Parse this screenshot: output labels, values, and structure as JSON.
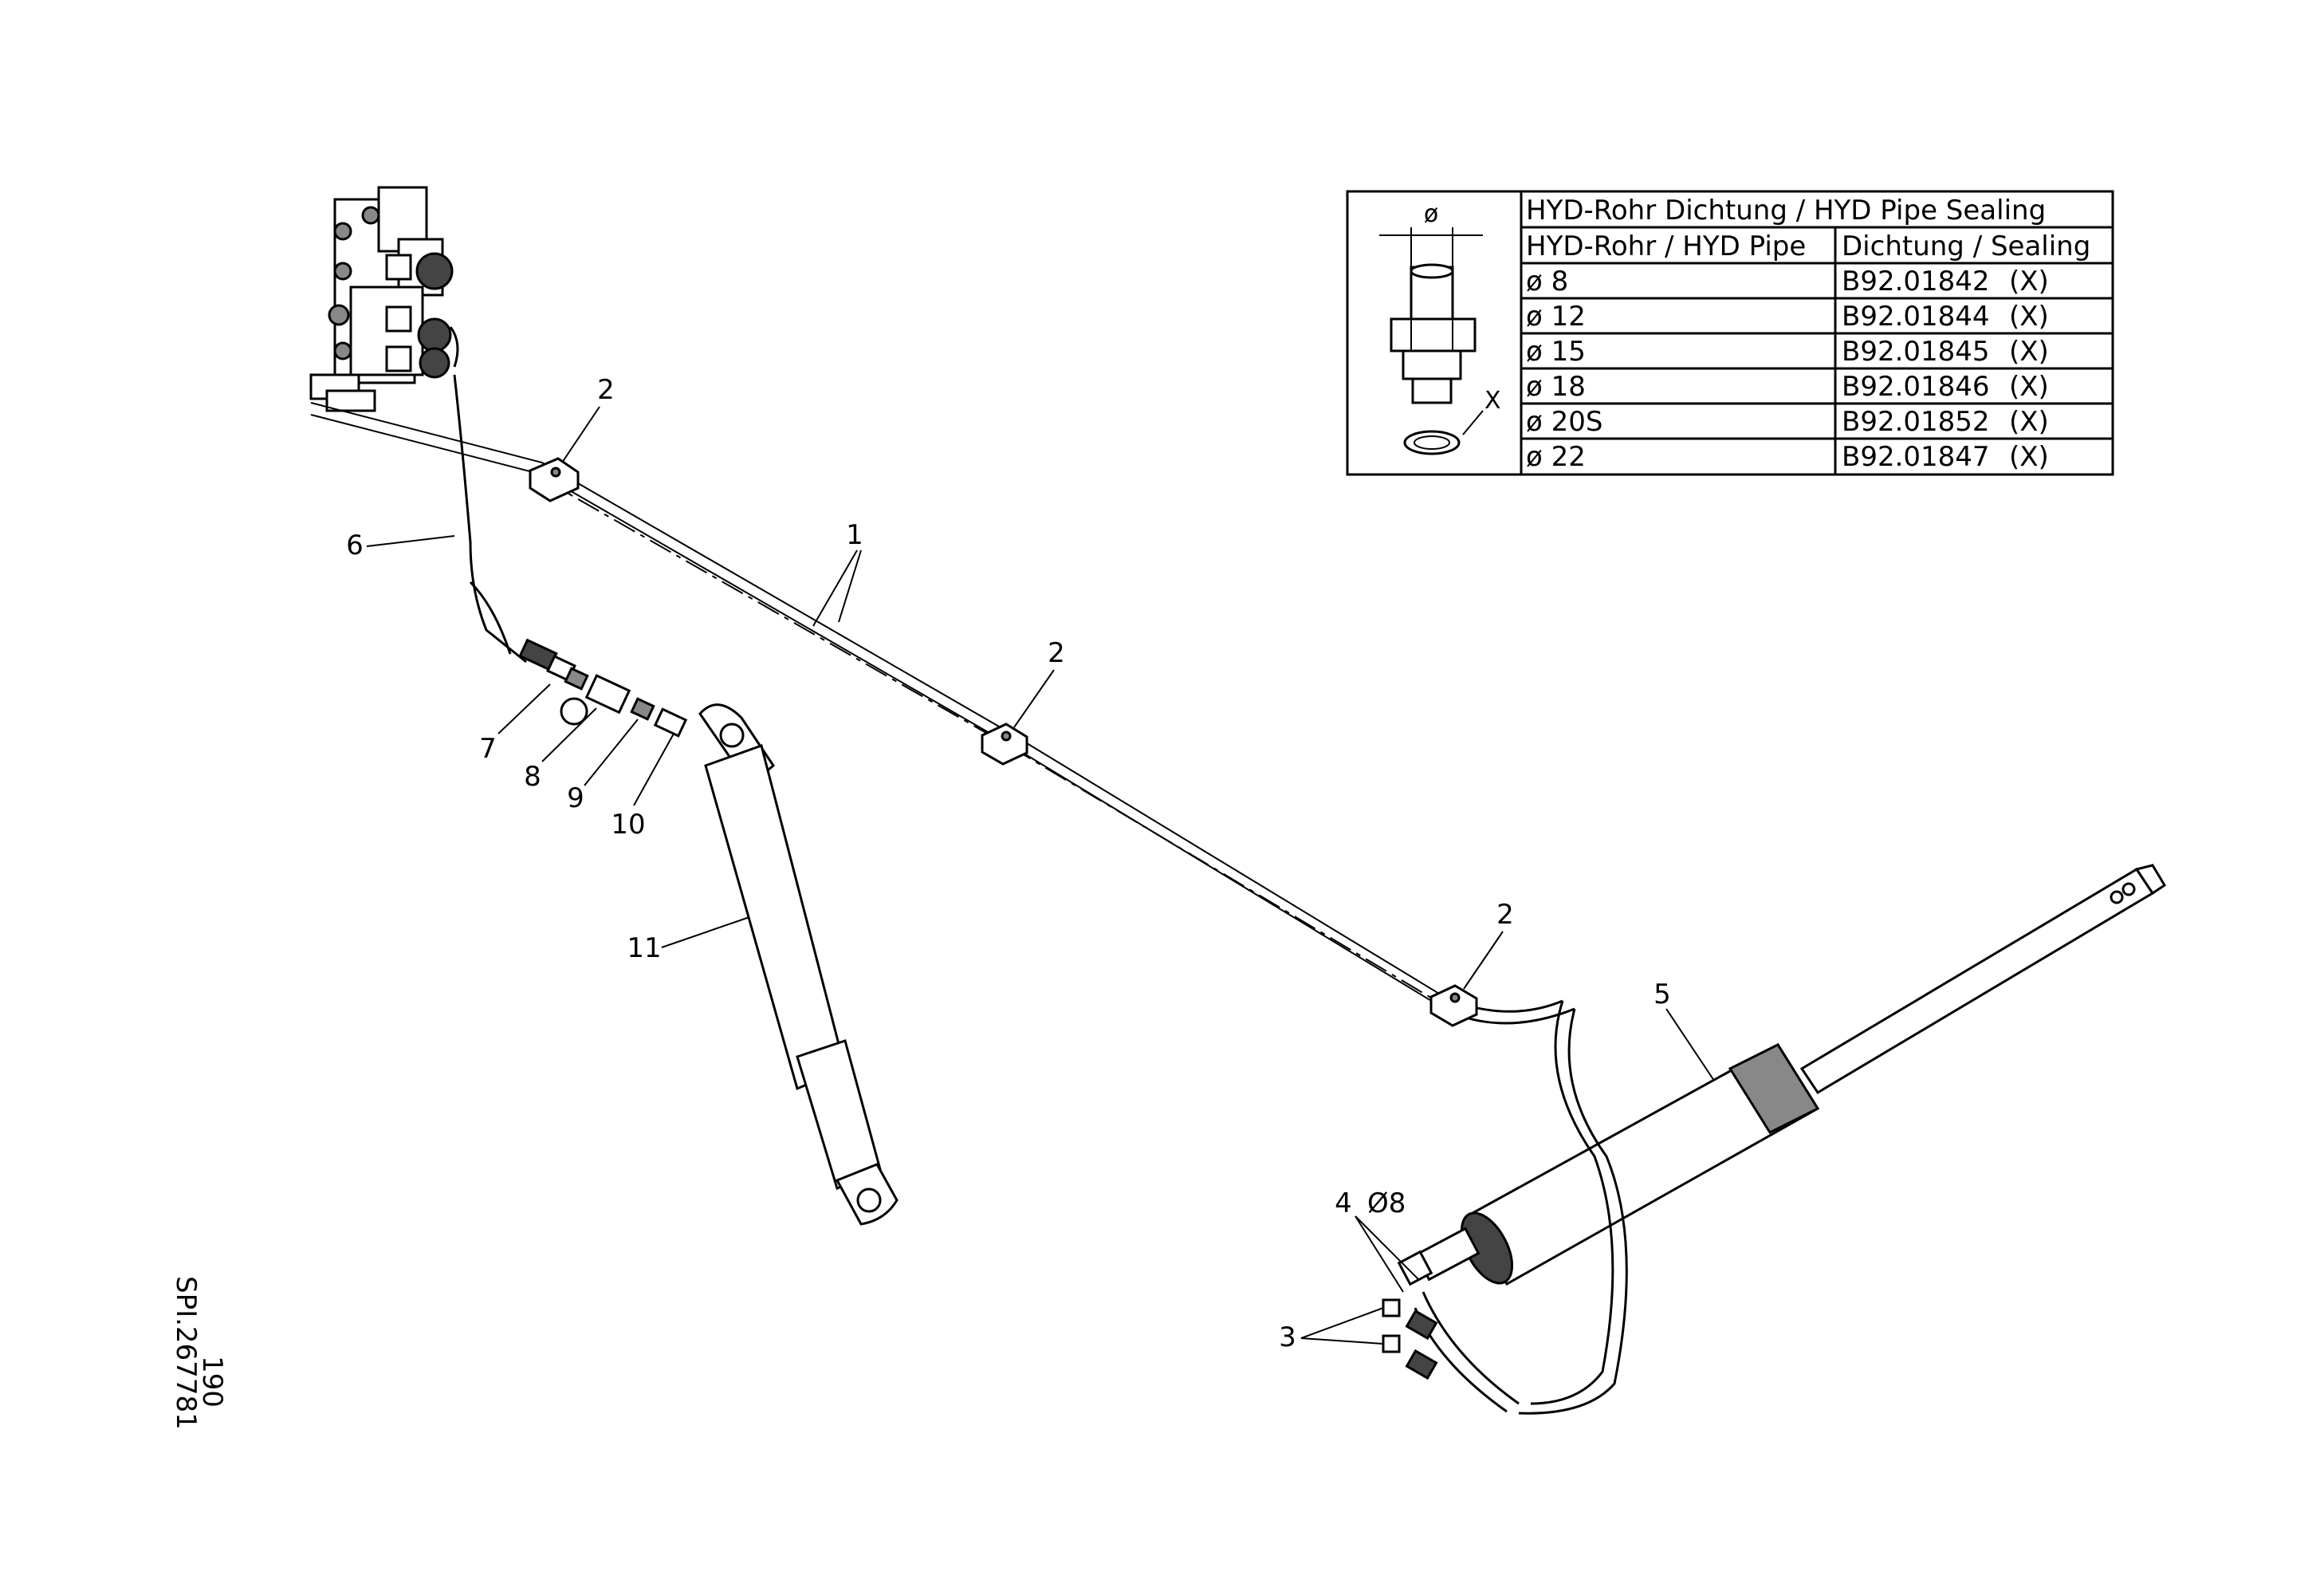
{
  "drawing_id": "SPI.267781",
  "page_number": "190",
  "sealing_table": {
    "title": "HYD-Rohr Dichtung / HYD Pipe Sealing",
    "col_pipe": "HYD-Rohr / HYD Pipe",
    "col_seal": "Dichtung / Sealing",
    "diameter_symbol": "ø",
    "seal_marker": "X",
    "rows": [
      {
        "pipe": "ø 8",
        "seal": "B92.01842",
        "mark": "(X)"
      },
      {
        "pipe": "ø 12",
        "seal": "B92.01844",
        "mark": "(X)"
      },
      {
        "pipe": "ø 15",
        "seal": "B92.01845",
        "mark": "(X)"
      },
      {
        "pipe": "ø 18",
        "seal": "B92.01846",
        "mark": "(X)"
      },
      {
        "pipe": "ø 20S",
        "seal": "B92.01852",
        "mark": "(X)"
      },
      {
        "pipe": "ø 22",
        "seal": "B92.01847",
        "mark": "(X)"
      }
    ]
  },
  "callouts": {
    "c1": "1",
    "c2a": "2",
    "c2b": "2",
    "c2c": "2",
    "c3": "3",
    "c4": "4",
    "c4_size": "Ø8",
    "c5": "5",
    "c6": "6",
    "c7": "7",
    "c8": "8",
    "c9": "9",
    "c10": "10",
    "c11": "11"
  }
}
